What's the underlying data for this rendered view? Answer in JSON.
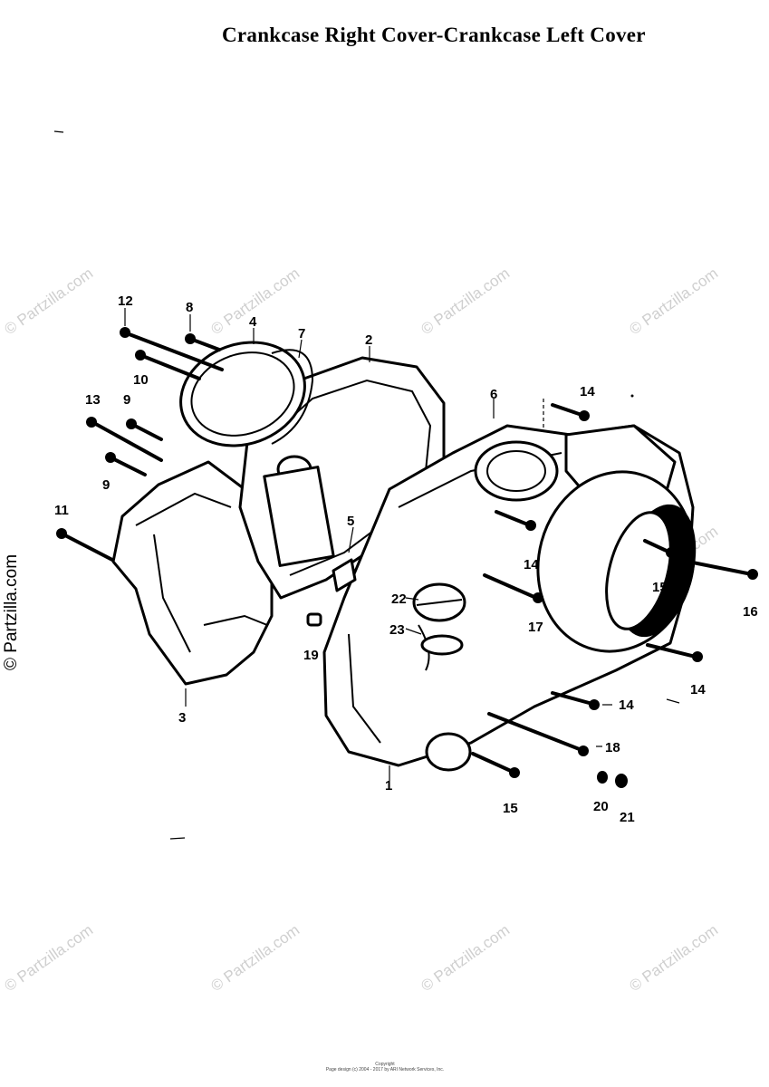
{
  "title": "Crankcase Right Cover-Crankcase Left Cover",
  "watermark": "© Partzilla.com",
  "callouts": [
    {
      "id": "c12",
      "label": "12"
    },
    {
      "id": "c8a",
      "label": "8"
    },
    {
      "id": "c4",
      "label": "4"
    },
    {
      "id": "c7",
      "label": "7"
    },
    {
      "id": "c2",
      "label": "2"
    },
    {
      "id": "c10a",
      "label": "10"
    },
    {
      "id": "c13",
      "label": "13"
    },
    {
      "id": "c9a",
      "label": "9"
    },
    {
      "id": "c9b",
      "label": "9"
    },
    {
      "id": "c6",
      "label": "6"
    },
    {
      "id": "c14a",
      "label": "14"
    },
    {
      "id": "c11",
      "label": "11"
    },
    {
      "id": "c5",
      "label": "5"
    },
    {
      "id": "c14b",
      "label": "14"
    },
    {
      "id": "c15a",
      "label": "15"
    },
    {
      "id": "c16",
      "label": "16"
    },
    {
      "id": "c22",
      "label": "22"
    },
    {
      "id": "c17",
      "label": "17"
    },
    {
      "id": "c23",
      "label": "23"
    },
    {
      "id": "c19",
      "label": "19"
    },
    {
      "id": "c14c",
      "label": "14"
    },
    {
      "id": "c3",
      "label": "3"
    },
    {
      "id": "c14d",
      "label": "14"
    },
    {
      "id": "c18",
      "label": "18"
    },
    {
      "id": "c1",
      "label": "1"
    },
    {
      "id": "c15b",
      "label": "15"
    },
    {
      "id": "c20",
      "label": "20"
    },
    {
      "id": "c21",
      "label": "21"
    }
  ],
  "footer": {
    "line1": "Copyright",
    "line2": "Page design (c) 2004 - 2017 by ARI Network Services, Inc."
  }
}
